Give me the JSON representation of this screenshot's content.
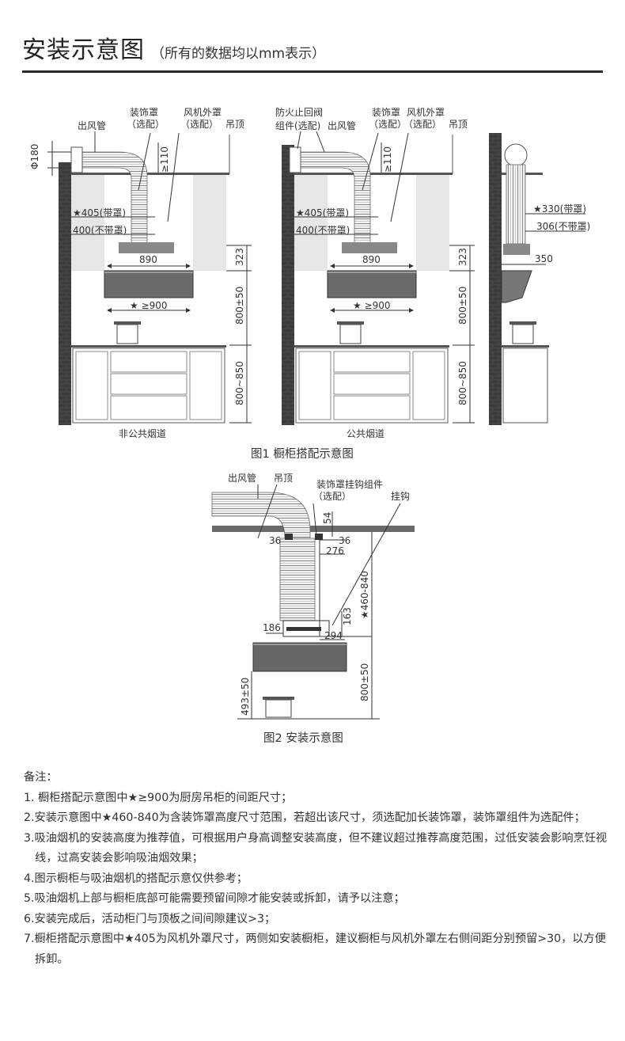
{
  "header": {
    "title": "安装示意图",
    "subtitle": "（所有的数据均以mm表示）"
  },
  "figure1": {
    "caption": "图1 橱柜搭配示意图",
    "left": {
      "label": "非公共烟道",
      "duct": "出风管",
      "cover_label_1": "装饰罩",
      "cover_label_2": "（选配）",
      "fan_cover_1": "风机外罩",
      "fan_cover_2": "（选配）",
      "ceiling": "吊顶",
      "dia": "Φ180",
      "gap": "≥110",
      "w405": "★405(带罩)",
      "w400": "400(不带罩)",
      "w890": "890",
      "w900": "★ ≥900",
      "h323": "323",
      "h800": "800±50",
      "h850": "800~850"
    },
    "middle": {
      "label": "公共烟道",
      "valve_1": "防火止回阀",
      "valve_2": "组件(选配)",
      "duct": "出风管",
      "cover_label_1": "装饰罩",
      "cover_label_2": "（选配）",
      "fan_cover_1": "风机外罩",
      "fan_cover_2": "（选配）",
      "ceiling": "吊顶",
      "gap": "≥110",
      "w405": "★405(带罩)",
      "w400": "400(不带罩)",
      "w890": "890",
      "w900": "★ ≥900",
      "h323": "323",
      "h800": "800±50",
      "h850": "800~850"
    },
    "right": {
      "w330": "★330(带罩)",
      "w306": "306(不带罩)",
      "w350": "350"
    }
  },
  "figure2": {
    "caption": "图2 安装示意图",
    "duct": "出风管",
    "ceiling": "吊顶",
    "hook_kit_1": "装饰罩挂钩组件",
    "hook_kit_2": "（选配）",
    "hook": "挂钩",
    "d54": "54",
    "d36a": "36",
    "d36b": "36",
    "d276": "276",
    "d163": "163",
    "d186": "186",
    "d294": "294",
    "range": "★460-840",
    "h800": "800±50",
    "h493": "493±50"
  },
  "notes": {
    "heading": "备注：",
    "items": [
      "1. 橱柜搭配示意图中★≥900为厨房吊柜的间距尺寸；",
      "2.安装示意图中★460-840为含装饰罩高度尺寸范围，若超出该尺寸，须选配加长装饰罩，装饰罩组件为选配件；",
      "3.吸油烟机的安装高度为推荐值，可根据用户身高调整安装高度，但不建议超过推荐高度范围，过低安装会影响烹饪视线，过高安装会影响吸油烟效果；",
      "4.图示橱柜与吸油烟机的搭配示意仅供参考；",
      "5.吸油烟机上部与橱柜底部可能需要预留间隙才能安装或拆卸，请予以注意；",
      "6.安装完成后，活动柜门与顶板之间间隙建议>3；",
      "7.橱柜搭配示意图中★405为风机外罩尺寸，两侧如安装橱柜，建议橱柜与风机外罩左右侧间距分别预留>30，以方便拆卸。"
    ]
  }
}
